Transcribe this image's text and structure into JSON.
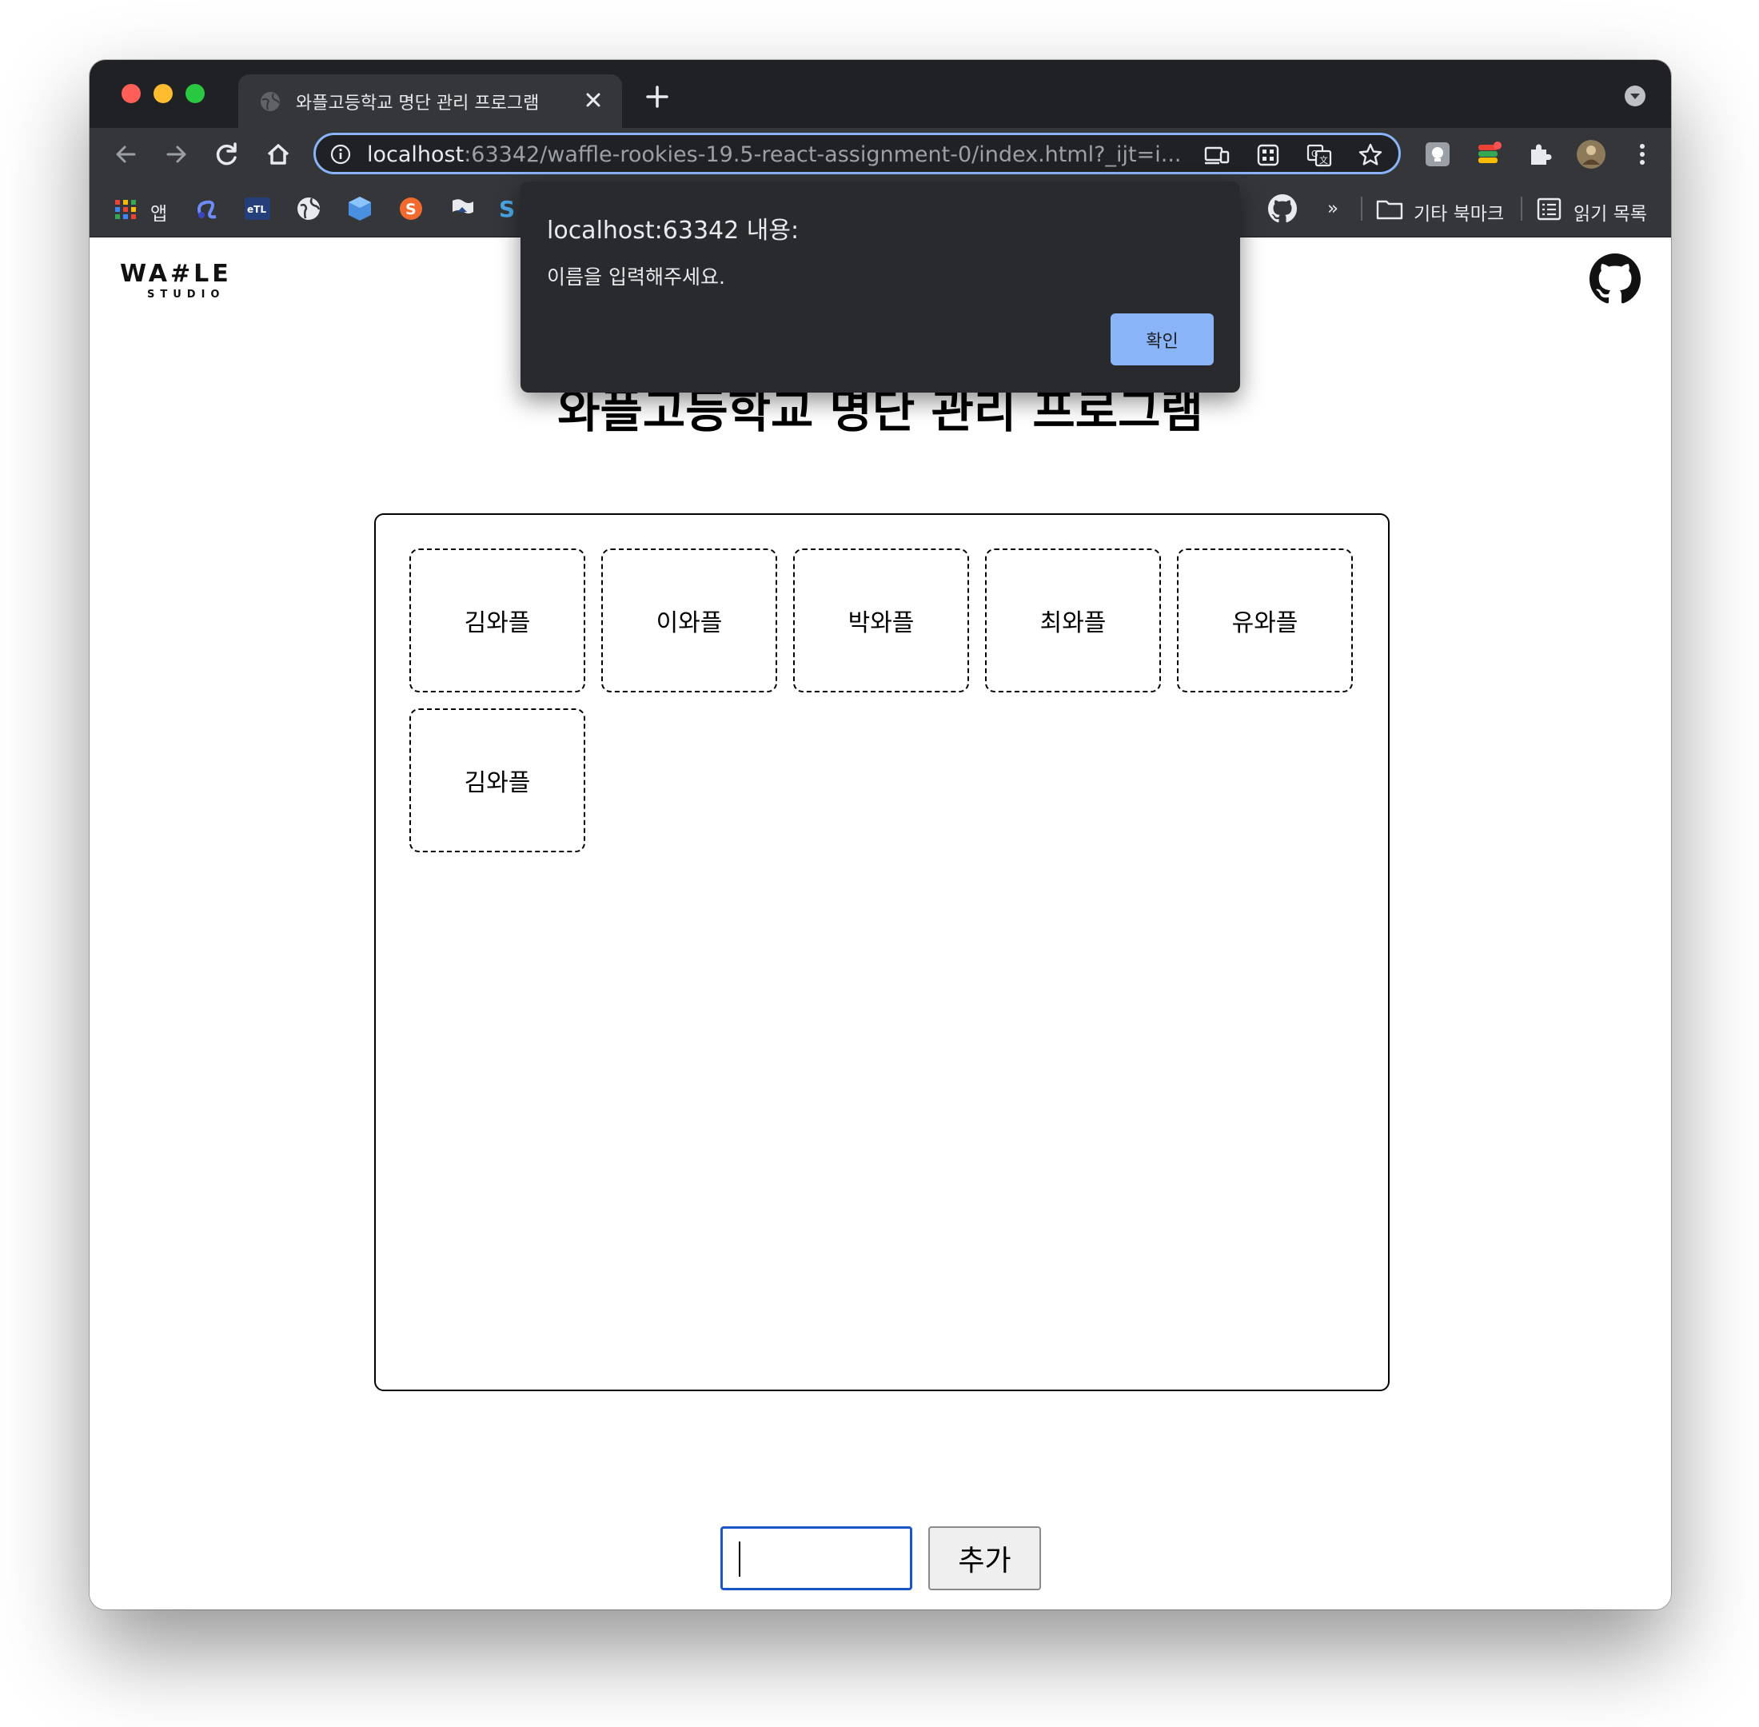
{
  "browser": {
    "tab_title": "와플고등학교 명단 관리 프로그램",
    "url_host": "localhost",
    "url_rest": ":63342/waffle-rookies-19.5-react-assignment-0/index.html?_ijt=i...",
    "bookmarks": {
      "apps_label": "앱",
      "overflow_label": "»",
      "other_bookmarks_label": "기타 북마크",
      "reading_list_label": "읽기 목록"
    }
  },
  "page": {
    "logo_text": "WA#LE",
    "logo_sub": "STUDIO",
    "title": "와플고등학교 명단 관리 프로그램",
    "students": [
      "김와플",
      "이와플",
      "박와플",
      "최와플",
      "유와플",
      "김와플"
    ],
    "input_value": "",
    "add_button_label": "추가"
  },
  "alert": {
    "origin_label": "localhost:63342 내용:",
    "message": "이름을 입력해주세요.",
    "ok_label": "확인"
  },
  "colors": {
    "accent": "#8ab4f8",
    "input_focus": "#1a56c8",
    "chrome_dark": "#202124",
    "chrome_toolbar": "#35363a"
  }
}
